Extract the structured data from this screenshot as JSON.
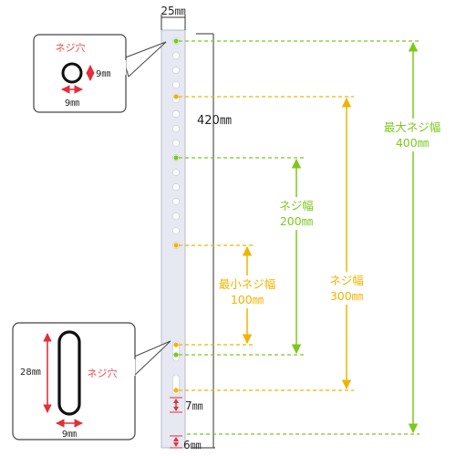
{
  "labels": {
    "bracket_width": "25㎜",
    "bracket_length": "420㎜",
    "hole_title_top": "ネジ穴",
    "hole_height_top": "9㎜",
    "hole_width_top": "9㎜",
    "hole_title_bottom": "ネジ穴",
    "slot_height": "28㎜",
    "slot_width": "9㎜",
    "gap_7": "7㎜",
    "gap_6": "6㎜",
    "min_pitch_name": "最小ネジ幅",
    "min_pitch_value": "100㎜",
    "pitch_200_name": "ネジ幅",
    "pitch_200_value": "200㎜",
    "pitch_300_name": "ネジ幅",
    "pitch_300_value": "300㎜",
    "max_pitch_name": "最大ネジ幅",
    "max_pitch_value": "400㎜"
  },
  "colors": {
    "green": "#7dc81e",
    "orange": "#f0b400",
    "red": "#e0303a",
    "bracket": "#e6e8f2",
    "label_red": "#e84a5a"
  }
}
